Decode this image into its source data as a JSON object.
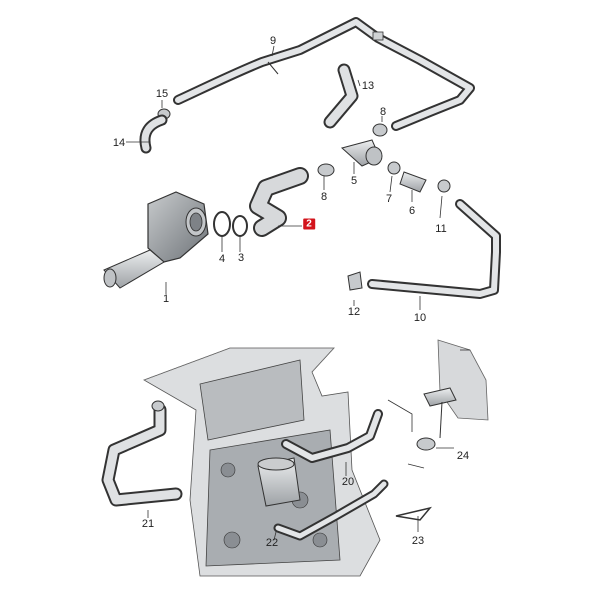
{
  "diagram": {
    "top_labels": {
      "p1": "1",
      "p2": "2",
      "p3": "3",
      "p4": "4",
      "p5": "5",
      "p6": "6",
      "p7": "7",
      "p8a": "8",
      "p8b": "8",
      "p9": "9",
      "p10": "10",
      "p11": "11",
      "p12": "12",
      "p13": "13",
      "p14": "14",
      "p15": "15"
    },
    "bottom_labels": {
      "p20": "20",
      "p21": "21",
      "p22": "22",
      "p23": "23",
      "p24": "24"
    },
    "highlight_color": "#d3141c",
    "part_fill": "#d4d6d8",
    "outline": "#333333"
  }
}
